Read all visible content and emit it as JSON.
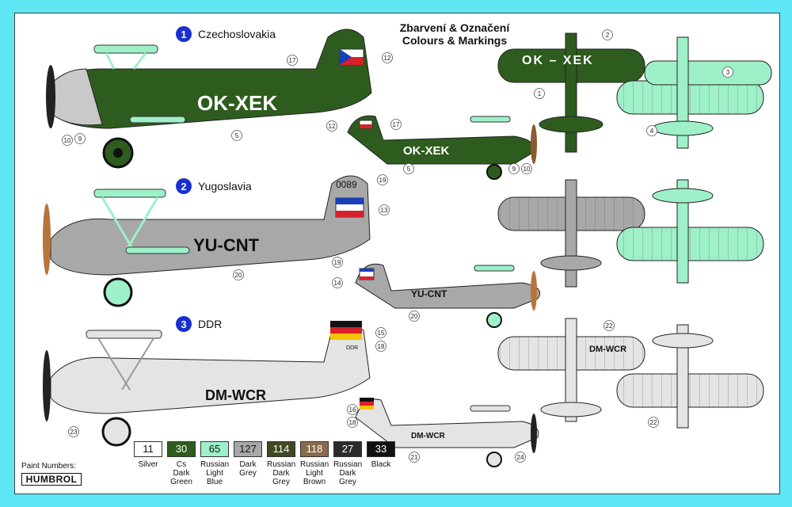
{
  "header": {
    "line1": "Zbarvení & Označení",
    "line2": "Colours & Markings"
  },
  "schemes": [
    {
      "number": "1",
      "country": "Czechoslovakia",
      "registration": "OK-XEK",
      "wing_reg": "OK – XEK",
      "body_color": "#2e5c1e",
      "wing_color": "#9ef0c8"
    },
    {
      "number": "2",
      "country": "Yugoslavia",
      "registration": "YU-CNT",
      "tail_number": "0089",
      "body_color": "#a8a8a8",
      "wing_color": "#9ef0c8"
    },
    {
      "number": "3",
      "country": "DDR",
      "registration": "DM-WCR",
      "tail_text": "DDR",
      "body_color": "#e4e4e4",
      "wing_color": "#e4e4e4"
    }
  ],
  "callouts": [
    "1",
    "2",
    "3",
    "4",
    "5",
    "5",
    "9",
    "9",
    "10",
    "10",
    "12",
    "12",
    "13",
    "14",
    "15",
    "16",
    "17",
    "17",
    "18",
    "18",
    "19",
    "19",
    "20",
    "20",
    "21",
    "22",
    "22",
    "23",
    "24"
  ],
  "palette": [
    {
      "code": "11",
      "name": "Silver",
      "color": "#ffffff",
      "text_color": "#111111"
    },
    {
      "code": "30",
      "name": "Cs Dark Green",
      "color": "#2e5c1e",
      "text_color": "#ffffff"
    },
    {
      "code": "65",
      "name": "Russian Light Blue",
      "color": "#9ef0c8",
      "text_color": "#111111"
    },
    {
      "code": "127",
      "name": "Dark Grey",
      "color": "#a8a8a8",
      "text_color": "#111111"
    },
    {
      "code": "114",
      "name": "Russian Dark Grey",
      "color": "#3f4a20",
      "text_color": "#ffffff"
    },
    {
      "code": "118",
      "name": "Russian Light Brown",
      "color": "#8a6a4c",
      "text_color": "#ffffff"
    },
    {
      "code": "27",
      "name": "Russian Dark Grey",
      "color": "#2b2b2b",
      "text_color": "#ffffff"
    },
    {
      "code": "33",
      "name": "Black",
      "color": "#111111",
      "text_color": "#ffffff"
    }
  ],
  "footer": {
    "paint_numbers": "Paint Numbers:",
    "brand": "HUMBROL"
  }
}
